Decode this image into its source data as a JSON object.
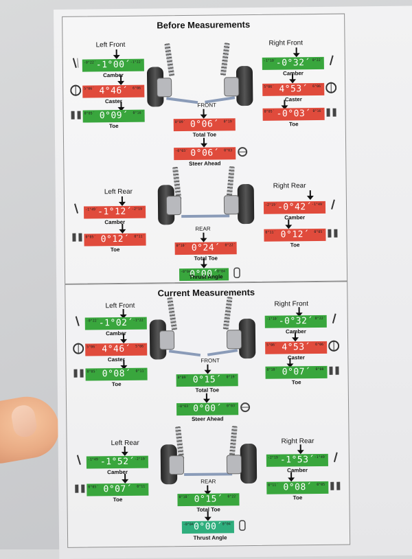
{
  "before": {
    "title": "Before Measurements",
    "front_label": "FRONT",
    "rear_label": "REAR",
    "left_front": {
      "label": "Left Front",
      "camber": {
        "value": "-1°00´",
        "min": "-0°22´",
        "max": "-1°22´",
        "state": "green",
        "label": "Camber"
      },
      "caster": {
        "value": "4°46´",
        "min": "5°06´",
        "max": "6°06´",
        "state": "red",
        "label": "Caster"
      },
      "toe": {
        "value": "0°09´",
        "min": "0°05´",
        "max": "0°16´",
        "state": "green",
        "label": "Toe"
      }
    },
    "right_front": {
      "label": "Right Front",
      "camber": {
        "value": "-0°32´",
        "min": "-1°10´",
        "max": "0°22´",
        "state": "green",
        "label": "Camber"
      },
      "caster": {
        "value": "4°53´",
        "min": "5°06´",
        "max": "6°06´",
        "state": "red",
        "label": "Caster"
      },
      "toe": {
        "value": "-0°03´",
        "min": "0°05´",
        "max": "0°16´",
        "state": "red",
        "label": "Toe"
      }
    },
    "total_toe_front": {
      "value": "0°06´",
      "min": "0°09´",
      "max": "0°19´",
      "state": "red",
      "label": "Total Toe"
    },
    "steer_ahead": {
      "value": "0°06´",
      "min": "-0°03´",
      "max": "0°03´",
      "state": "red",
      "label": "Steer Ahead"
    },
    "left_rear": {
      "label": "Left Rear",
      "camber": {
        "value": "-1°12´",
        "min": "-1°49´",
        "max": "-2°19´",
        "state": "red",
        "label": "Camber"
      },
      "toe": {
        "value": "0°12´",
        "min": "0°05´",
        "max": "0°11´",
        "state": "red",
        "label": "Toe"
      }
    },
    "right_rear": {
      "label": "Right Rear",
      "camber": {
        "value": "-0°42´",
        "min": "-2°19´",
        "max": "-1°49´",
        "state": "red",
        "label": "Camber"
      },
      "toe": {
        "value": "0°12´",
        "min": "0°11´",
        "max": "0°05´",
        "state": "red",
        "label": "Toe"
      }
    },
    "total_toe_rear": {
      "value": "0°24´",
      "min": "0°10´",
      "max": "0°22´",
      "state": "red",
      "label": "Total Toe"
    },
    "thrust_angle": {
      "value": "0°00´",
      "min": "-0°04´",
      "max": "0°04´",
      "state": "green",
      "label": "Thrust Angle"
    }
  },
  "current": {
    "title": "Current Measurements",
    "front_label": "FRONT",
    "rear_label": "REAR",
    "left_front": {
      "label": "Left Front",
      "camber": {
        "value": "-1°02´",
        "min": "-0°22´",
        "max": "-1°22´",
        "state": "green",
        "label": "Camber"
      },
      "caster": {
        "value": "4°46´",
        "min": "5°06´",
        "max": "5°06´",
        "state": "red",
        "label": "Caster"
      },
      "toe": {
        "value": "0°08´",
        "min": "0°05´",
        "max": "0°11´",
        "state": "green",
        "label": "Toe"
      }
    },
    "right_front": {
      "label": "Right Front",
      "camber": {
        "value": "-0°32´",
        "min": "-1°10´",
        "max": "0°22´",
        "state": "green",
        "label": "Camber"
      },
      "caster": {
        "value": "4°53´",
        "min": "5°06´",
        "max": "6°06´",
        "state": "red",
        "label": "Caster"
      },
      "toe": {
        "value": "0°07´",
        "min": "0°10´",
        "max": "0°08´",
        "state": "green",
        "label": "Toe"
      }
    },
    "total_toe_front": {
      "value": "0°15´",
      "min": "0°09´",
      "max": "0°19´",
      "state": "green",
      "label": "Total Toe"
    },
    "steer_ahead": {
      "value": "0°00´",
      "min": "-0°03´",
      "max": "0°03´",
      "state": "green",
      "label": "Steer Ahead"
    },
    "left_rear": {
      "label": "Left Rear",
      "camber": {
        "value": "-1°52´",
        "min": "-1°49´",
        "max": "-2°19´",
        "state": "green",
        "label": "Camber"
      },
      "toe": {
        "value": "0°07´",
        "min": "0°05´",
        "max": "0°11´",
        "state": "green",
        "label": "Toe"
      }
    },
    "right_rear": {
      "label": "Right Rear",
      "camber": {
        "value": "-1°53´",
        "min": "-2°19´",
        "max": "-1°49´",
        "state": "green",
        "label": "Camber"
      },
      "toe": {
        "value": "0°08´",
        "min": "0°11´",
        "max": "0°05´",
        "state": "green",
        "label": "Toe"
      }
    },
    "total_toe_rear": {
      "value": "0°15´",
      "min": "0°10´",
      "max": "0°22´",
      "state": "green",
      "label": "Total Toe"
    },
    "thrust_angle": {
      "value": "0°00´",
      "min": "-0°04´",
      "max": "0°04´",
      "state": "teal",
      "label": "Thrust Angle"
    }
  },
  "colors": {
    "out_of_spec": "#e04b3c",
    "in_spec": "#39a63d",
    "thrust": "#2fae7d"
  }
}
